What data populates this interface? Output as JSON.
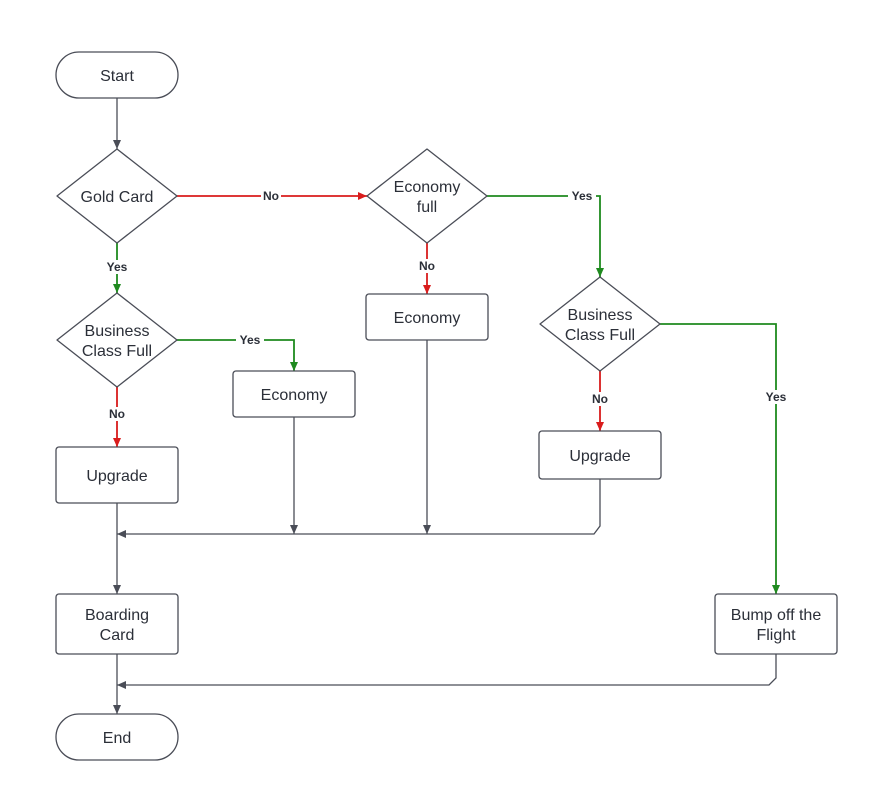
{
  "colors": {
    "yes": "#1f8a1f",
    "no": "#d91c1c",
    "flow": "#4a4d57",
    "node_border": "#4a4d57",
    "text": "#2b2f38"
  },
  "nodes": {
    "start": {
      "shape": "terminal",
      "lines": [
        "Start"
      ]
    },
    "gold_card": {
      "shape": "decision",
      "lines": [
        "Gold Card"
      ]
    },
    "economy_full": {
      "shape": "decision",
      "lines": [
        "Economy",
        "full"
      ]
    },
    "business_full_left": {
      "shape": "decision",
      "lines": [
        "Business",
        "Class Full"
      ]
    },
    "business_full_right": {
      "shape": "decision",
      "lines": [
        "Business",
        "Class Full"
      ]
    },
    "economy_left": {
      "shape": "process",
      "lines": [
        "Economy"
      ]
    },
    "economy_mid": {
      "shape": "process",
      "lines": [
        "Economy"
      ]
    },
    "upgrade_left": {
      "shape": "process",
      "lines": [
        "Upgrade"
      ]
    },
    "upgrade_right": {
      "shape": "process",
      "lines": [
        "Upgrade"
      ]
    },
    "boarding_card": {
      "shape": "process",
      "lines": [
        "Boarding",
        "Card"
      ]
    },
    "bump_off": {
      "shape": "process",
      "lines": [
        "Bump off the",
        "Flight"
      ]
    },
    "end": {
      "shape": "terminal",
      "lines": [
        "End"
      ]
    }
  },
  "edges": [
    {
      "id": "start-gold",
      "from": "start",
      "to": "gold_card",
      "kind": "flow",
      "label": ""
    },
    {
      "id": "gold-economyfull",
      "from": "gold_card",
      "to": "economy_full",
      "kind": "no",
      "label": "No"
    },
    {
      "id": "gold-businessleft",
      "from": "gold_card",
      "to": "business_full_left",
      "kind": "yes",
      "label": "Yes"
    },
    {
      "id": "businessleft-economyleft",
      "from": "business_full_left",
      "to": "economy_left",
      "kind": "yes",
      "label": "Yes"
    },
    {
      "id": "businessleft-upgradeleft",
      "from": "business_full_left",
      "to": "upgrade_left",
      "kind": "no",
      "label": "No"
    },
    {
      "id": "economyfull-economymid",
      "from": "economy_full",
      "to": "economy_mid",
      "kind": "no",
      "label": "No"
    },
    {
      "id": "economyfull-businessright",
      "from": "economy_full",
      "to": "business_full_right",
      "kind": "yes",
      "label": "Yes"
    },
    {
      "id": "businessright-upgraderight",
      "from": "business_full_right",
      "to": "upgrade_right",
      "kind": "no",
      "label": "No"
    },
    {
      "id": "businessright-bump",
      "from": "business_full_right",
      "to": "bump_off",
      "kind": "yes",
      "label": "Yes"
    },
    {
      "id": "upgradeleft-boarding",
      "from": "upgrade_left",
      "to": "boarding_card",
      "kind": "flow",
      "label": ""
    },
    {
      "id": "economyleft-merge",
      "from": "economy_left",
      "to": "boarding_card",
      "kind": "flow",
      "label": ""
    },
    {
      "id": "economymid-merge",
      "from": "economy_mid",
      "to": "boarding_card",
      "kind": "flow",
      "label": ""
    },
    {
      "id": "upgraderight-merge",
      "from": "upgrade_right",
      "to": "boarding_card",
      "kind": "flow",
      "label": ""
    },
    {
      "id": "boarding-end",
      "from": "boarding_card",
      "to": "end",
      "kind": "flow",
      "label": ""
    },
    {
      "id": "bump-end",
      "from": "bump_off",
      "to": "end",
      "kind": "flow",
      "label": ""
    }
  ]
}
